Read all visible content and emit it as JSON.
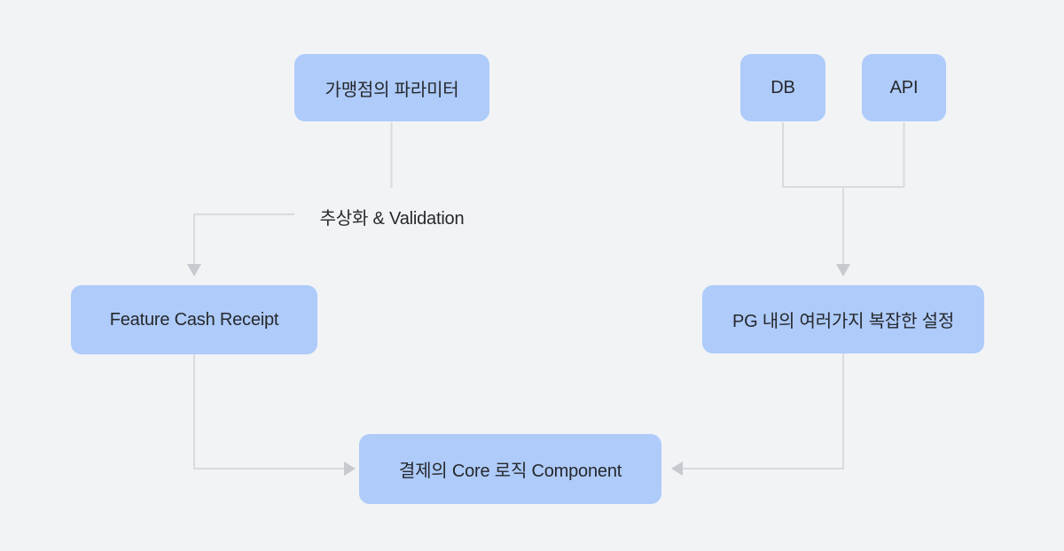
{
  "diagram": {
    "colors": {
      "background": "#f1f3f5",
      "node_fill": "#aecbfa",
      "node_text": "#26282c",
      "line": "#d8dbdf",
      "arrow": "#c6cacf"
    },
    "nodes": {
      "merchant_params": {
        "label": "가맹점의 파라미터"
      },
      "db": {
        "label": "DB"
      },
      "api": {
        "label": "API"
      },
      "feature_cash_receipt": {
        "label": "Feature Cash Receipt"
      },
      "pg_settings": {
        "label": "PG 내의 여러가지 복잡한 설정"
      },
      "core_logic": {
        "label": "결제의 Core 로직 Component"
      }
    },
    "edge_labels": {
      "abstraction_validation": "추상화 & Validation"
    }
  }
}
